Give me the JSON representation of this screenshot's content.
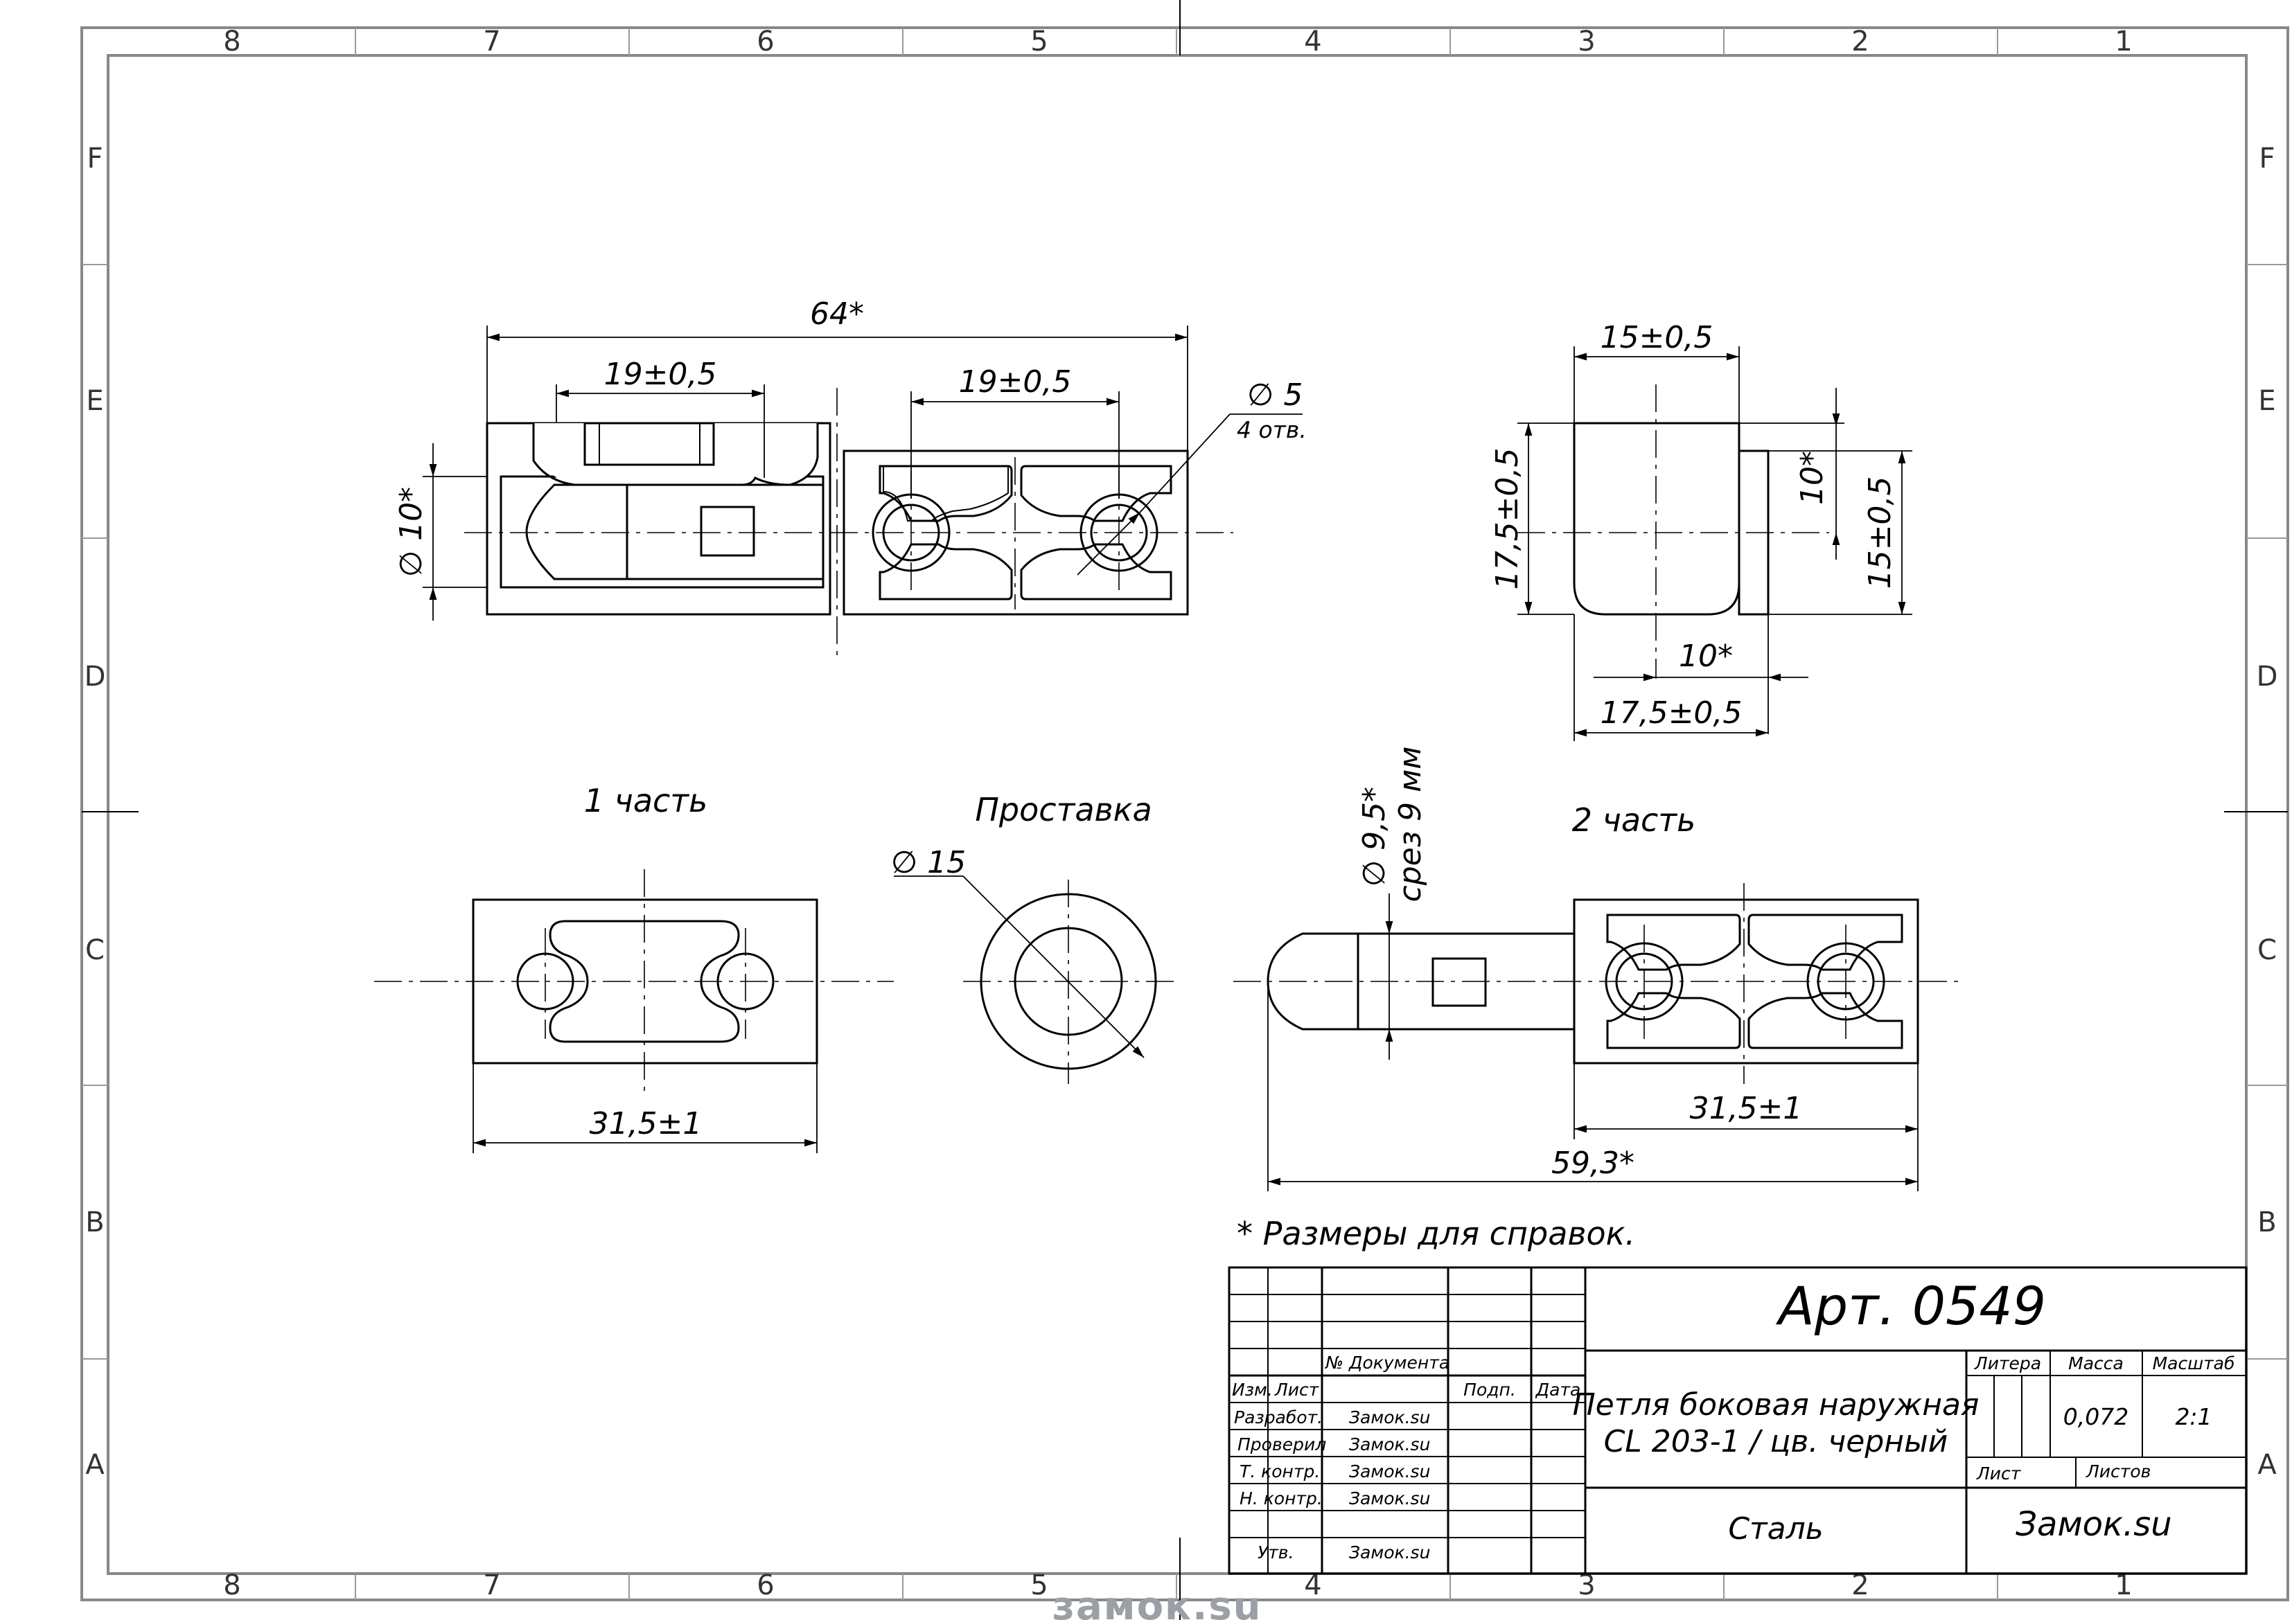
{
  "zones": {
    "columns": [
      "8",
      "7",
      "6",
      "5",
      "4",
      "3",
      "2",
      "1"
    ],
    "rows": [
      "F",
      "E",
      "D",
      "C",
      "B",
      "A"
    ]
  },
  "dimensions": {
    "overall_length": "64*",
    "left_slot": "19±0,5",
    "right_holes_spacing": "19±0,5",
    "hole_diameter": "∅ 5",
    "hole_count": "4 отв.",
    "pin_diameter": "∅ 10*",
    "side_width": "15±0,5",
    "side_height": "17,5±0,5",
    "side_inner": "10*",
    "side_right": "15±0,5",
    "side_bottom_inner": "10*",
    "side_bottom": "17,5±0,5",
    "part1_width": "31,5±1",
    "spacer_diameter": "∅ 15",
    "pin2_diameter": "∅ 9,5*",
    "pin2_cut": "срез 9 мм",
    "part2_width": "31,5±1",
    "part2_total": "59,3*"
  },
  "captions": {
    "part1": "1 часть",
    "spacer": "Проставка",
    "part2": "2 часть"
  },
  "note": "* Размеры для справок.",
  "title_block": {
    "article": "Арт. 0549",
    "title_line1": "Петля боковая наружная",
    "title_line2": "CL 203-1 / цв. черный",
    "material": "Сталь",
    "company": "Замок.su",
    "hdr_doc": "№ Документа",
    "hdr_izm": "Изм.",
    "hdr_list": "Лист",
    "hdr_podp": "Подп.",
    "hdr_data": "Дата",
    "hdr_litera": "Литера",
    "hdr_massa": "Масса",
    "hdr_masshtab": "Масштаб",
    "massa": "0,072",
    "masshtab": "2:1",
    "list_label": "Лист",
    "listov_label": "Листов",
    "roles": [
      {
        "role": "Разработ.",
        "name": "Замок.su"
      },
      {
        "role": "Проверил",
        "name": "Замок.su"
      },
      {
        "role": "Т. контр.",
        "name": "Замок.su"
      },
      {
        "role": "Н. контр.",
        "name": "Замок.su"
      },
      {
        "role": "Утв.",
        "name": "Замок.su"
      }
    ]
  },
  "watermark": "замок.su"
}
